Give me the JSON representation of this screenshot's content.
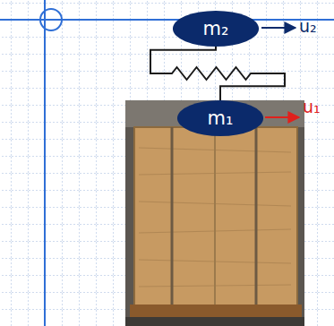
{
  "diagram": {
    "nodes": [
      {
        "text": [
          "m₂"
        ]
      },
      {
        "text": [
          "m₁"
        ]
      }
    ],
    "edges": [
      {
        "from": 0,
        "to": 1,
        "arrow": "none"
      }
    ],
    "labels": [
      "u₂",
      "u₁"
    ]
  }
}
